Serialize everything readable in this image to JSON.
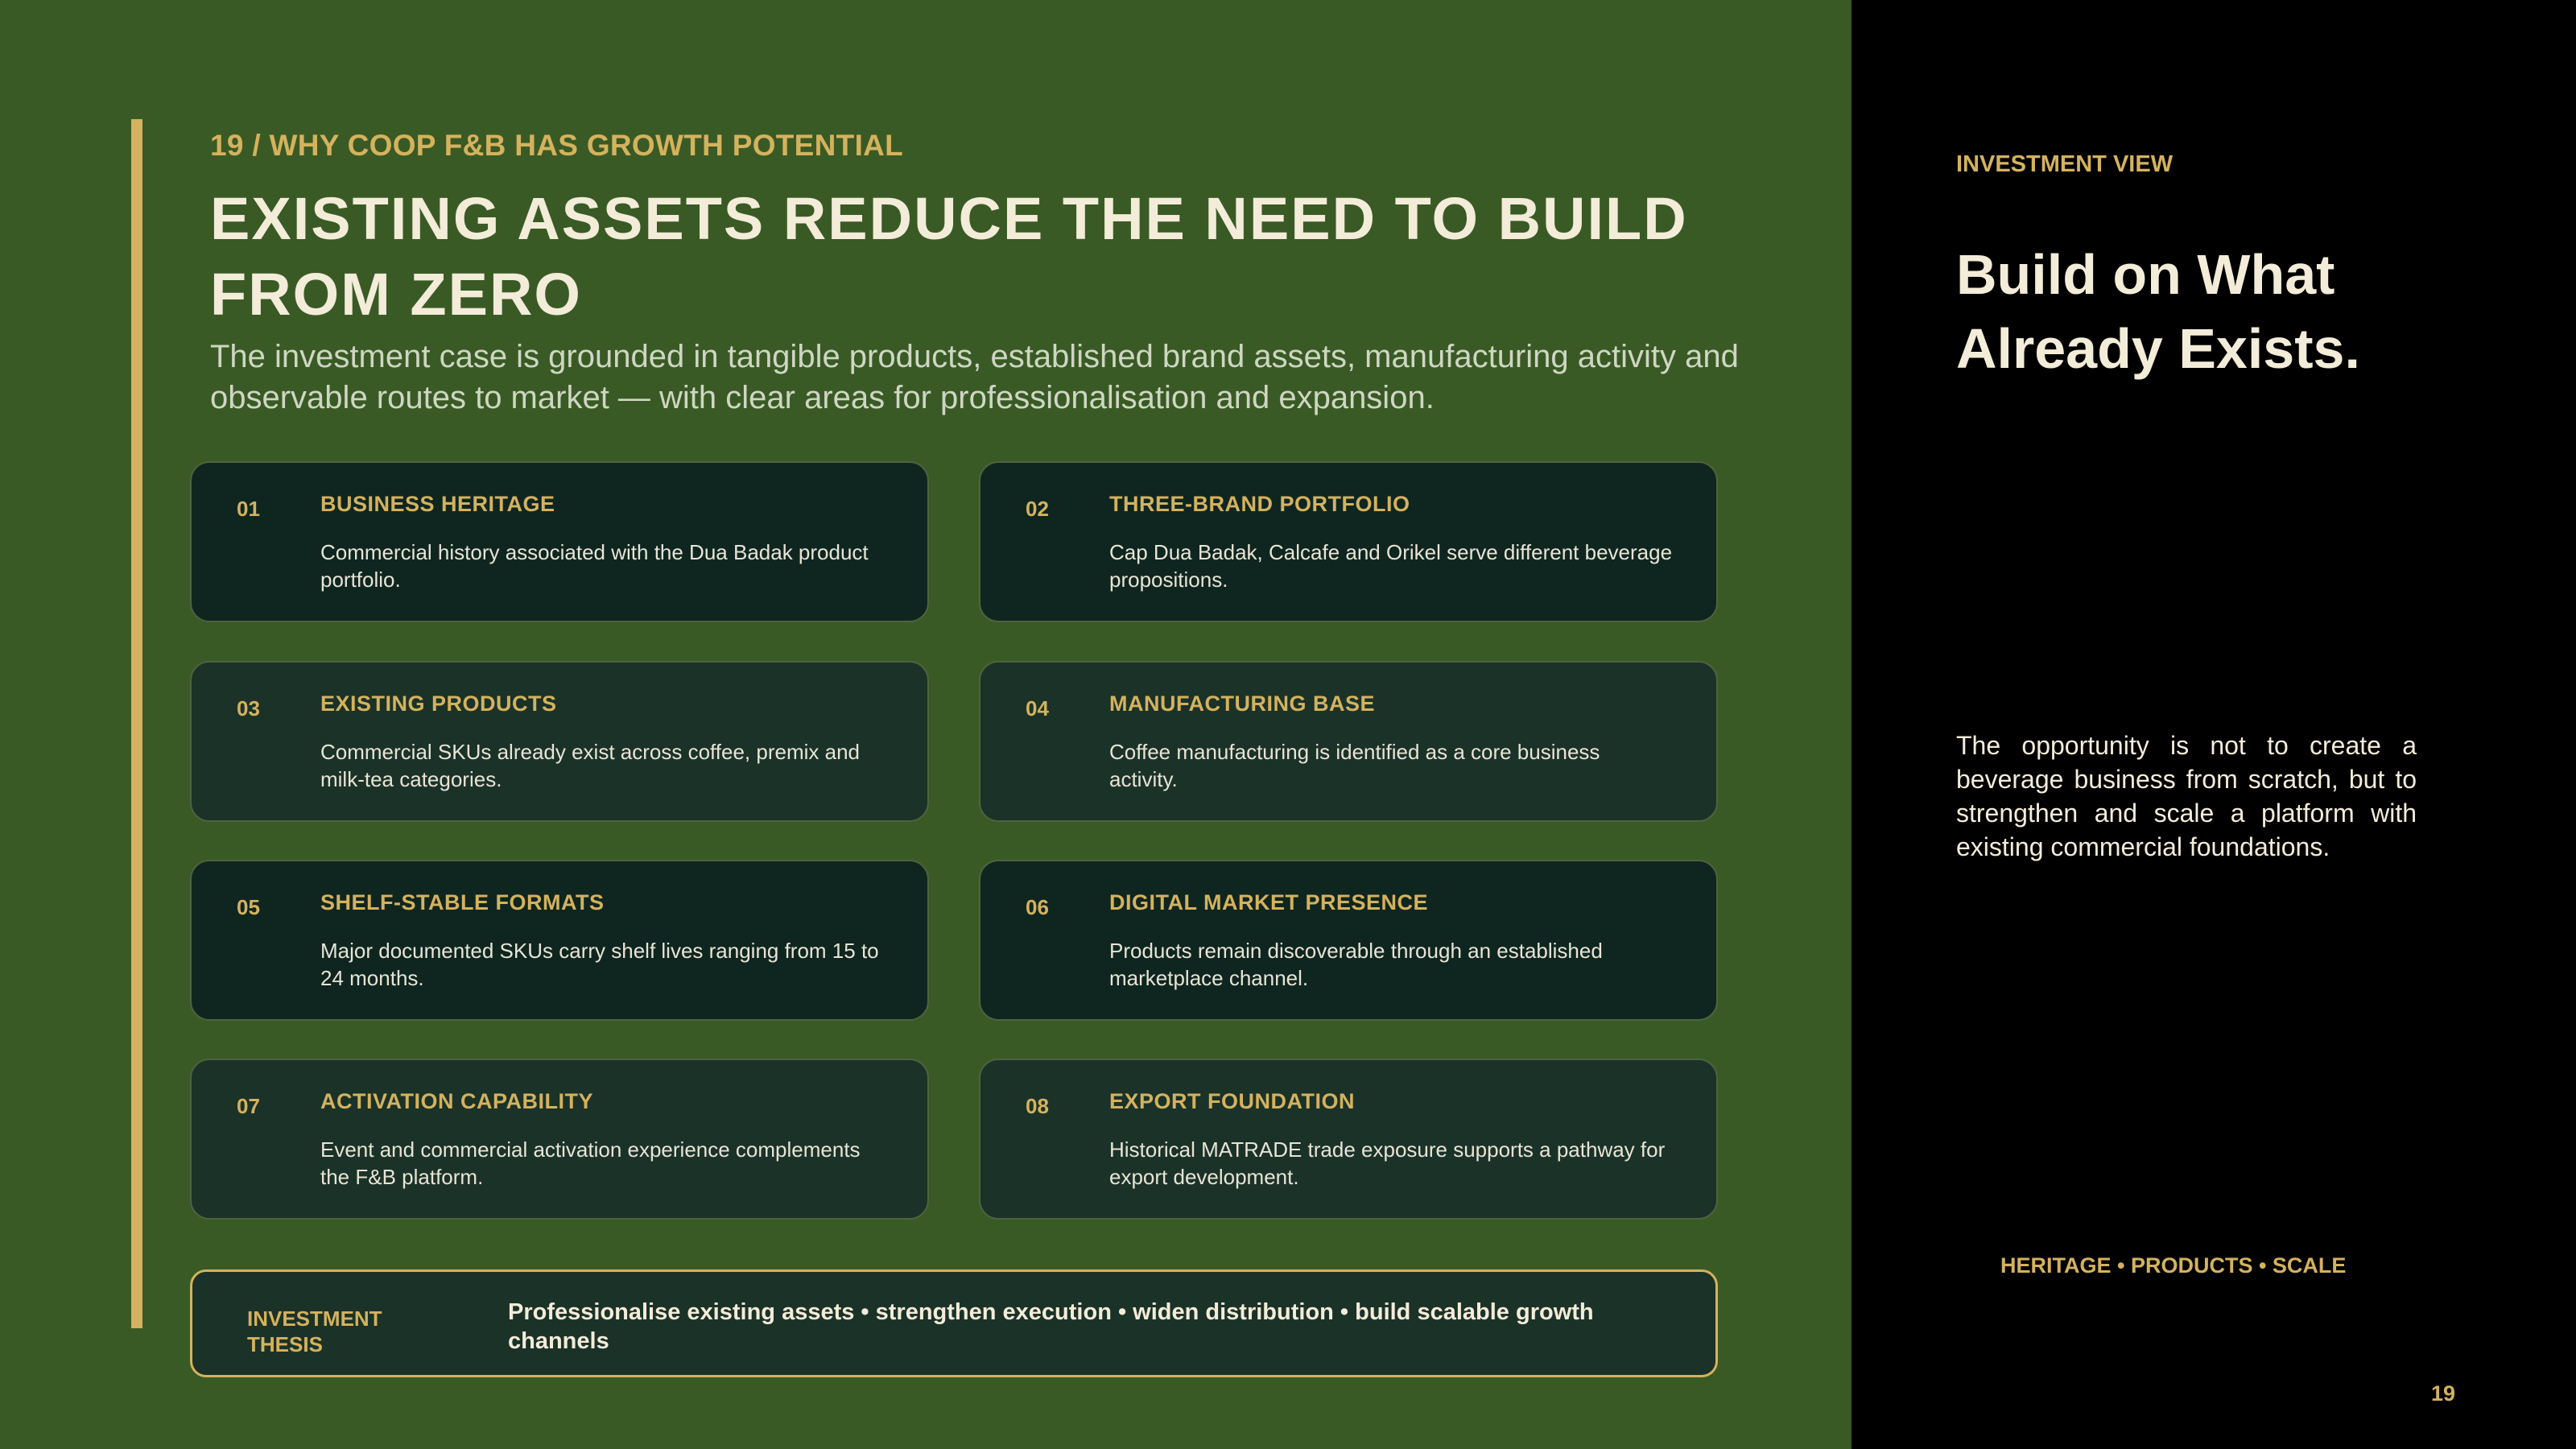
{
  "header": {
    "eyebrow": "19  /  WHY COOP F&B HAS GROWTH POTENTIAL",
    "title": "EXISTING ASSETS REDUCE THE NEED TO BUILD FROM ZERO",
    "subtitle": "The investment case is grounded in tangible products, established brand assets, manufacturing activity and observable routes to market — with clear areas for professionalisation and expansion."
  },
  "cards": [
    {
      "num": "01",
      "title": "BUSINESS HERITAGE",
      "desc": "Commercial history associated with the Dua Badak product portfolio."
    },
    {
      "num": "02",
      "title": "THREE-BRAND PORTFOLIO",
      "desc": "Cap Dua Badak, Calcafe and Orikel serve different beverage propositions."
    },
    {
      "num": "03",
      "title": "EXISTING PRODUCTS",
      "desc": "Commercial SKUs already exist across coffee, premix and milk-tea categories."
    },
    {
      "num": "04",
      "title": "MANUFACTURING BASE",
      "desc": "Coffee manufacturing is identified as a core business activity."
    },
    {
      "num": "05",
      "title": "SHELF-STABLE FORMATS",
      "desc": "Major documented SKUs carry shelf lives ranging from 15 to 24 months."
    },
    {
      "num": "06",
      "title": "DIGITAL MARKET PRESENCE",
      "desc": "Products remain discoverable through an established marketplace channel."
    },
    {
      "num": "07",
      "title": "ACTIVATION CAPABILITY",
      "desc": "Event and commercial activation experience complements the F&B platform."
    },
    {
      "num": "08",
      "title": "EXPORT FOUNDATION",
      "desc": "Historical MATRADE trade exposure supports a pathway for export development."
    }
  ],
  "thesis": {
    "label": "INVESTMENT THESIS",
    "text": "Professionalise existing assets • strengthen execution • widen distribution • build scalable growth channels"
  },
  "sidebar": {
    "eyebrow": "INVESTMENT VIEW",
    "title": "Build on What Already Exists.",
    "body": "The opportunity is not to create a beverage business from scratch, but to strengthen and scale a platform with existing commercial foundations.",
    "tags": "HERITAGE  •  PRODUCTS  •  SCALE",
    "page": "19"
  },
  "colors": {
    "background": "#3a5a25",
    "accent": "#d4b25e",
    "card_dark": "#0f2620",
    "card_mid": "#1b3228",
    "sidebar": "#000000"
  }
}
